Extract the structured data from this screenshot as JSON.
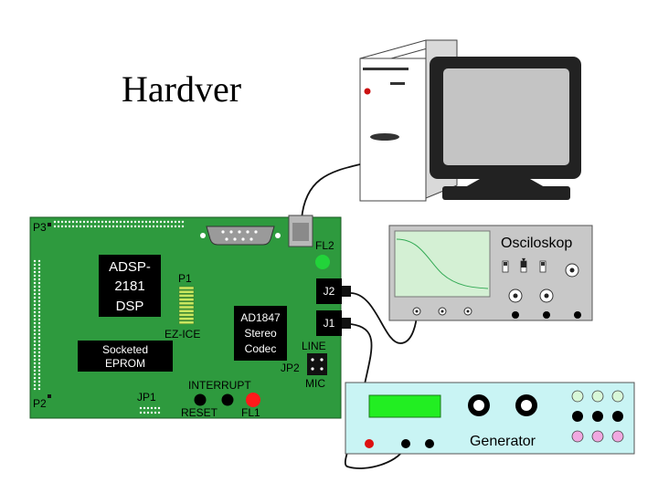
{
  "slide": {
    "title": "Hardver"
  },
  "board": {
    "color": "#2e9a3e",
    "header_p3": "P3",
    "header_p2": "P2",
    "header_p1": "P1",
    "header_jp1": "JP1",
    "header_jp2": "JP2",
    "chip_dsp_line1": "ADSP-",
    "chip_dsp_line2": "2181",
    "chip_dsp_line3": "DSP",
    "ez_ice": "EZ-ICE",
    "eprom_line1": "Socketed",
    "eprom_line2": "EPROM",
    "codec_line1": "AD1847",
    "codec_line2": "Stereo",
    "codec_line3": "Codec",
    "jack_j2": "J2",
    "jack_j1": "J1",
    "fl2": "FL2",
    "fl1": "FL1",
    "line": "LINE",
    "mic": "MIC",
    "interrupt": "INTERRUPT",
    "reset": "RESET",
    "led_green": "#22d33a",
    "led_red": "#ff1a1a"
  },
  "oscilloscope": {
    "label": "Osciloskop",
    "body_color": "#c8c8c8",
    "screen_color": "#d4f0d4",
    "trace_color": "#33aa55"
  },
  "generator": {
    "label": "Generator",
    "body_color": "#c9f4f4",
    "display_color": "#22ee22"
  },
  "computer": {
    "case_color": "#ffffff",
    "monitor_color": "#222222",
    "screen_color": "#c4c4c4"
  }
}
